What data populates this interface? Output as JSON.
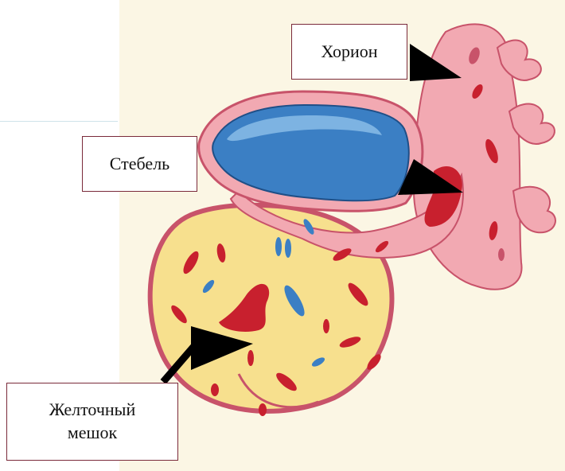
{
  "labels": {
    "chorion": "Хорион",
    "stalk": "Стебель",
    "yolk_sac_line1": "Желточный",
    "yolk_sac_line2": "мешок"
  },
  "colors": {
    "background_panel": "#fbf6e4",
    "yolk": "#f7e08e",
    "membrane_pink": "#f2a9b2",
    "membrane_edge": "#c8536a",
    "amnion_blue": "#3b7fc4",
    "vessel_red": "#c8202e",
    "arrow": "#000000",
    "box_border": "#7a2a3a"
  }
}
